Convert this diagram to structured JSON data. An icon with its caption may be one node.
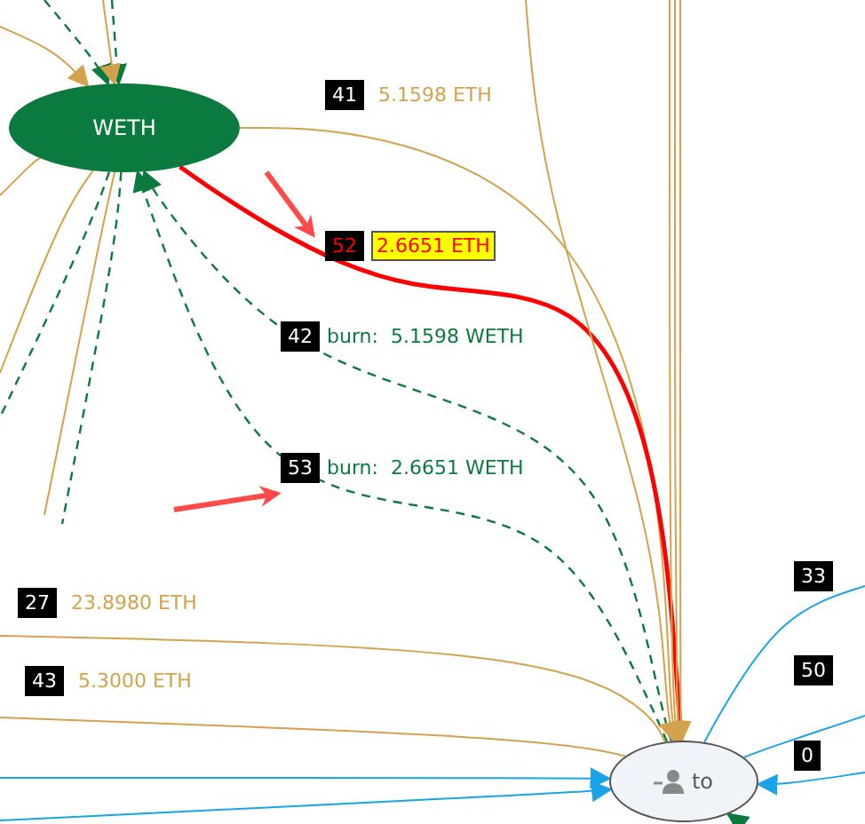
{
  "diagram": {
    "nodes": [
      {
        "text": [
          "WETH"
        ]
      },
      {
        "text": [
          "to"
        ]
      }
    ],
    "edges": [
      {
        "from": 0,
        "to": 1,
        "arrow": "to",
        "label": "41 5.1598 ETH"
      },
      {
        "from": 0,
        "to": 1,
        "arrow": "to",
        "label": "52 2.6651 ETH",
        "style": "thick",
        "color": "#ff0000"
      },
      {
        "from": 1,
        "to": 0,
        "arrow": "to",
        "label": "42 burn:  5.1598 WETH",
        "style": "dashed",
        "color": "#0b7a3e"
      },
      {
        "from": 1,
        "to": 0,
        "arrow": "to",
        "label": "53 burn:  2.6651 WETH",
        "style": "dashed",
        "color": "#0b7a3e"
      },
      {
        "from": null,
        "to": 1,
        "arrow": "none",
        "label": "27 23.8980 ETH"
      },
      {
        "from": null,
        "to": 1,
        "arrow": "none",
        "label": "43 5.3000 ETH"
      },
      {
        "from": null,
        "to": 1,
        "arrow": "to",
        "color": "#1aa3e8"
      },
      {
        "from": null,
        "to": 1,
        "arrow": "to",
        "color": "#1aa3e8"
      },
      {
        "from": null,
        "to": 1,
        "arrow": "to",
        "label": "0",
        "color": "#1aa3e8"
      },
      {
        "from": 1,
        "to": null,
        "arrow": "none",
        "label": "33",
        "color": "#1aa3e8"
      },
      {
        "from": 1,
        "to": null,
        "arrow": "none",
        "label": "50",
        "color": "#1aa3e8"
      },
      {
        "from": null,
        "to": 1,
        "arrow": "to"
      },
      {
        "from": null,
        "to": 1,
        "arrow": "to"
      },
      {
        "from": null,
        "to": 1,
        "arrow": "to"
      },
      {
        "from": null,
        "to": 1,
        "arrow": "to"
      },
      {
        "from": null,
        "to": 0,
        "arrow": "to"
      },
      {
        "from": null,
        "to": 0,
        "arrow": "to",
        "style": "dashed",
        "color": "#0b7a3e"
      },
      {
        "from": null,
        "to": 0,
        "arrow": "to",
        "style": "dashed",
        "color": "#0b7a3e"
      },
      {
        "from": null,
        "to": 0,
        "arrow": "to"
      },
      {
        "from": 0,
        "to": null,
        "arrow": "none"
      },
      {
        "from": 0,
        "to": null,
        "arrow": "none"
      },
      {
        "from": 0,
        "to": null,
        "arrow": "none"
      },
      {
        "from": 0,
        "to": null,
        "arrow": "none",
        "style": "dashed",
        "color": "#0b7a3e"
      },
      {
        "from": 0,
        "to": null,
        "arrow": "none",
        "style": "dashed",
        "color": "#0b7a3e"
      },
      {
        "from": null,
        "to": 1,
        "arrow": "to",
        "style": "thick",
        "color": "#0b7a3e"
      }
    ]
  }
}
